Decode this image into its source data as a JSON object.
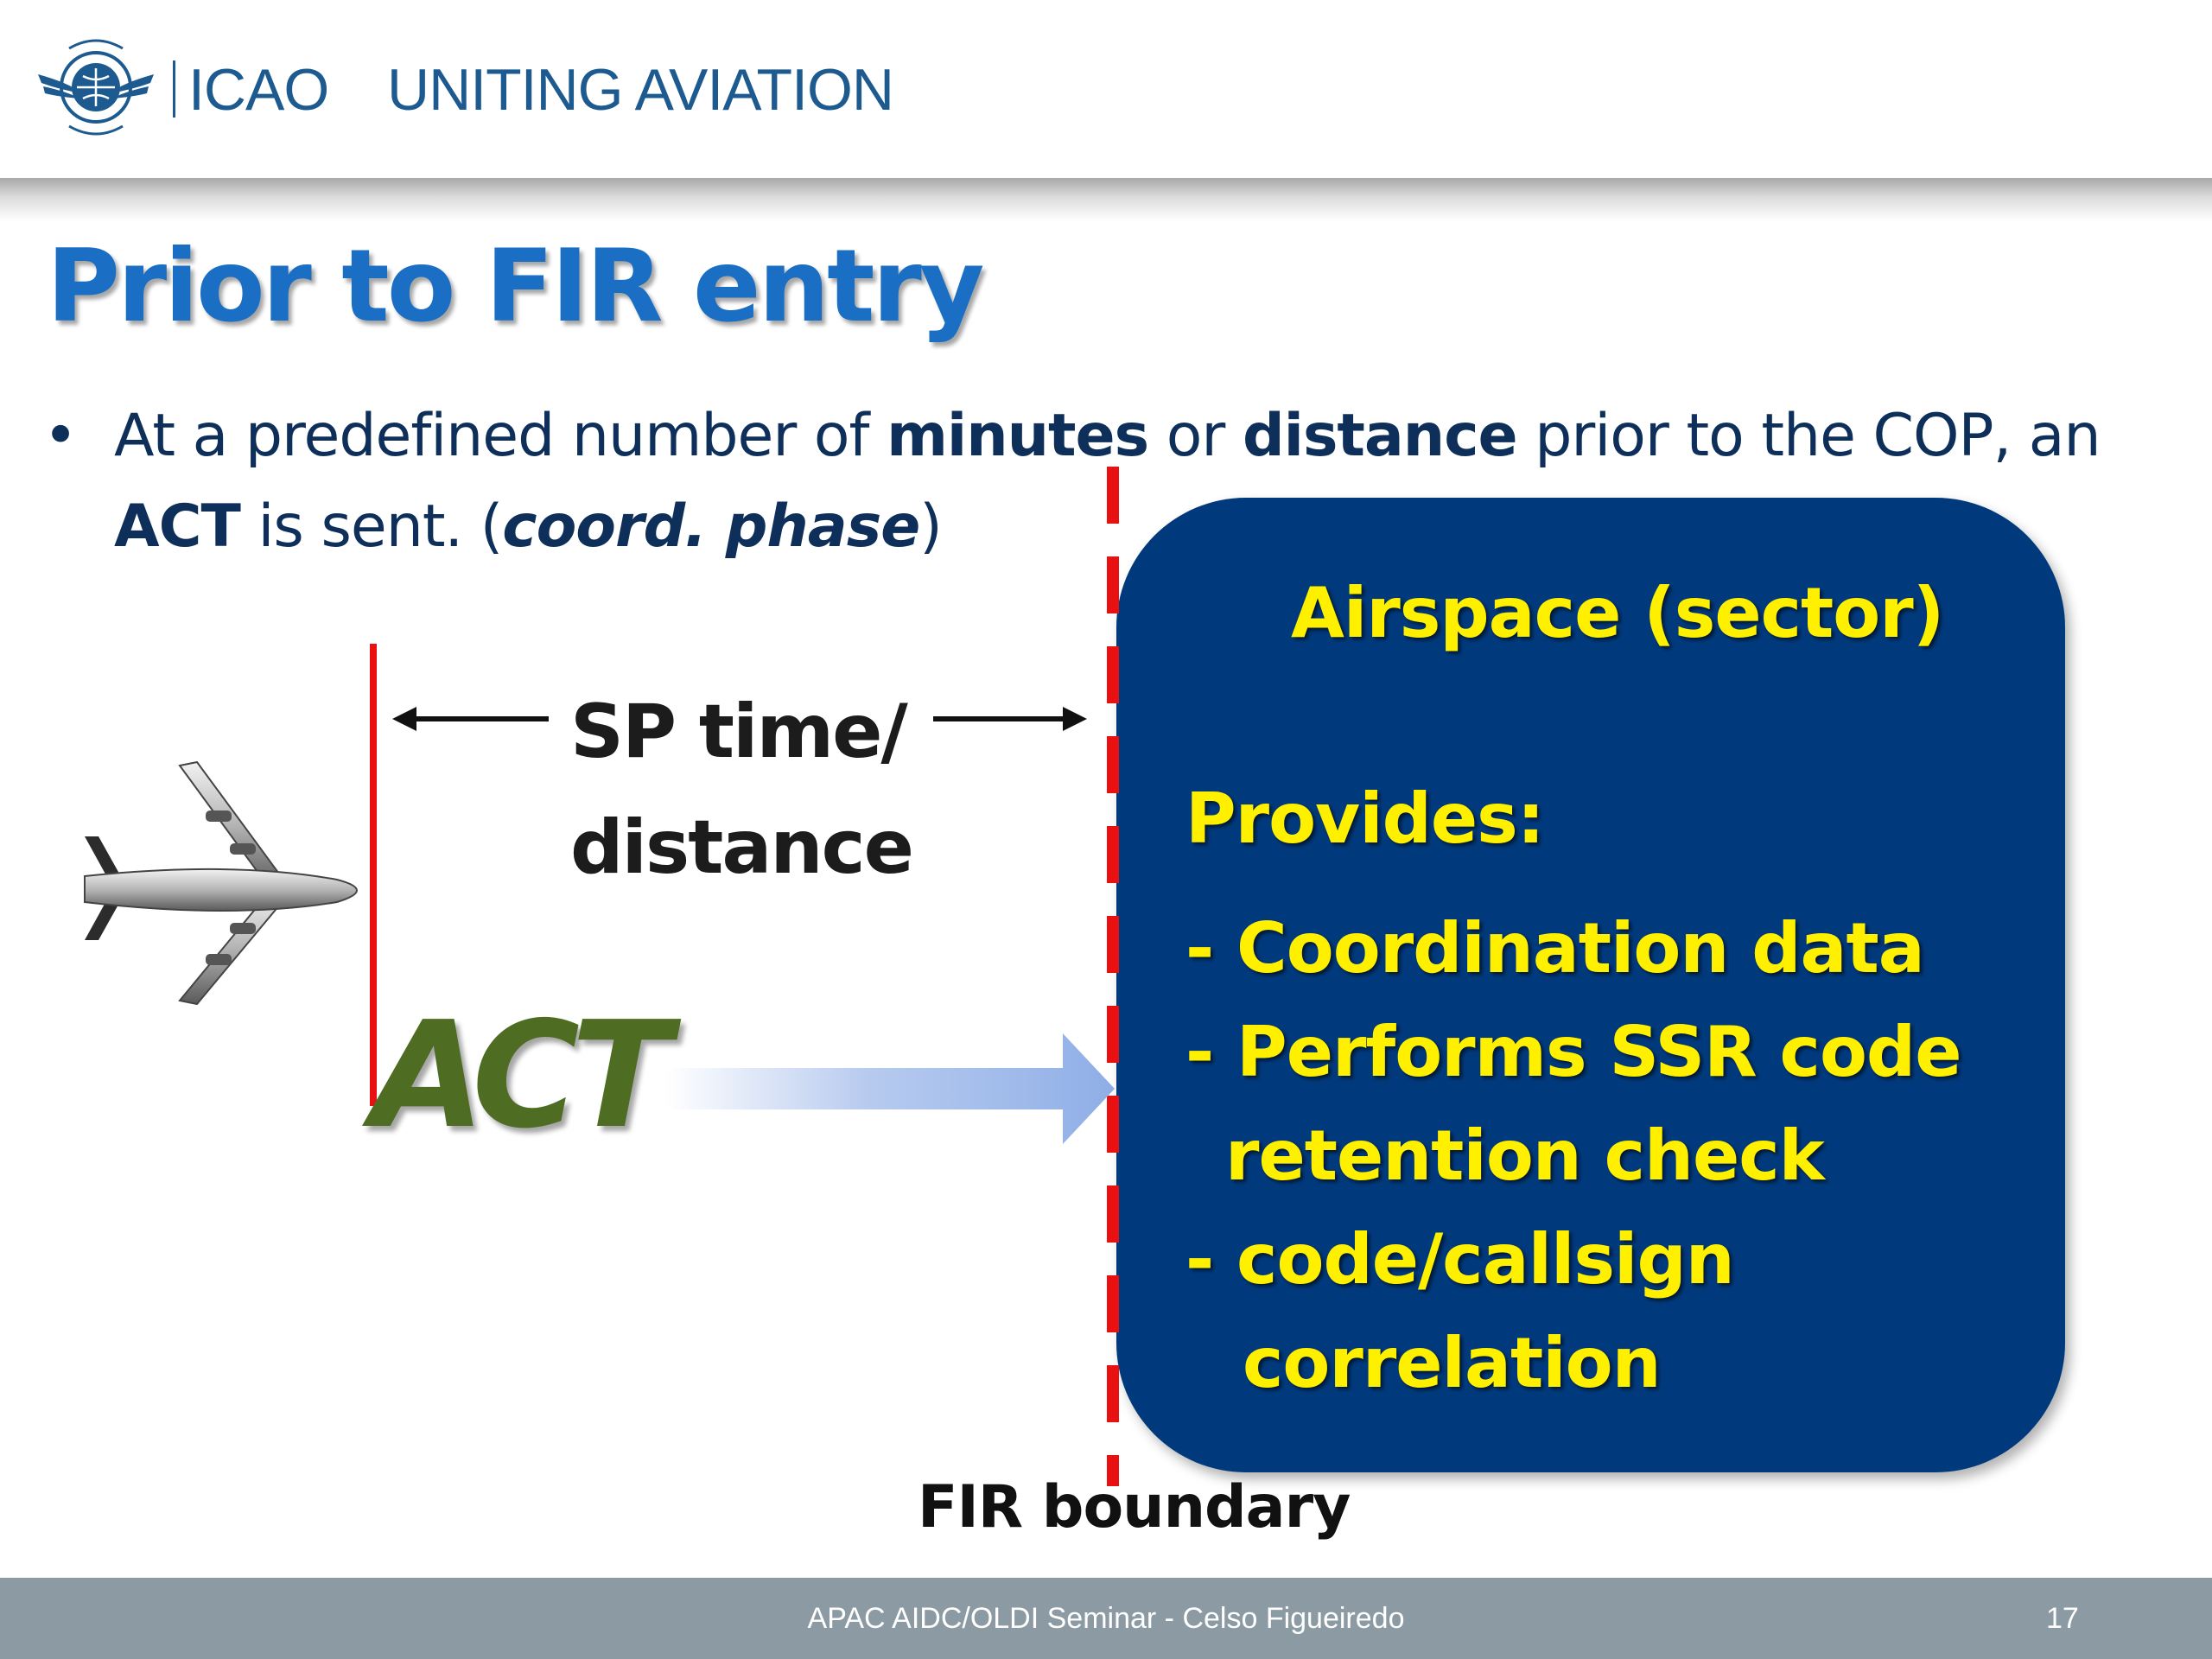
{
  "header": {
    "brand": "ICAO",
    "tagline": "UNITING AVIATION"
  },
  "title": "Prior to FIR entry",
  "bullet": {
    "mark": "•",
    "p1": "At a predefined number of ",
    "b1": "minutes",
    "p2": " or ",
    "b2": "distance",
    "p3": " prior to the COP, an ",
    "b3": "ACT",
    "p4": " is sent. (",
    "bi": "coord. phase",
    "p5": ")"
  },
  "diagram": {
    "sp_line1": "SP time/",
    "sp_line2": "distance",
    "act": "ACT",
    "fir_label": "FIR boundary",
    "box": {
      "title": "Airspace (sector)",
      "provides": "Provides:",
      "items": [
        "- Coordination data",
        "- Performs SSR code",
        "retention check",
        "- code/callsign",
        "correlation"
      ]
    }
  },
  "footer": {
    "text": "APAC AIDC/OLDI Seminar - Celso Figueiredo",
    "page": "17"
  },
  "colors": {
    "title_blue": "#1a6fc4",
    "box_fill": "#003a7d",
    "box_text": "#fff000",
    "boundary_red": "#e81010",
    "act_green": "#4e6d22"
  }
}
